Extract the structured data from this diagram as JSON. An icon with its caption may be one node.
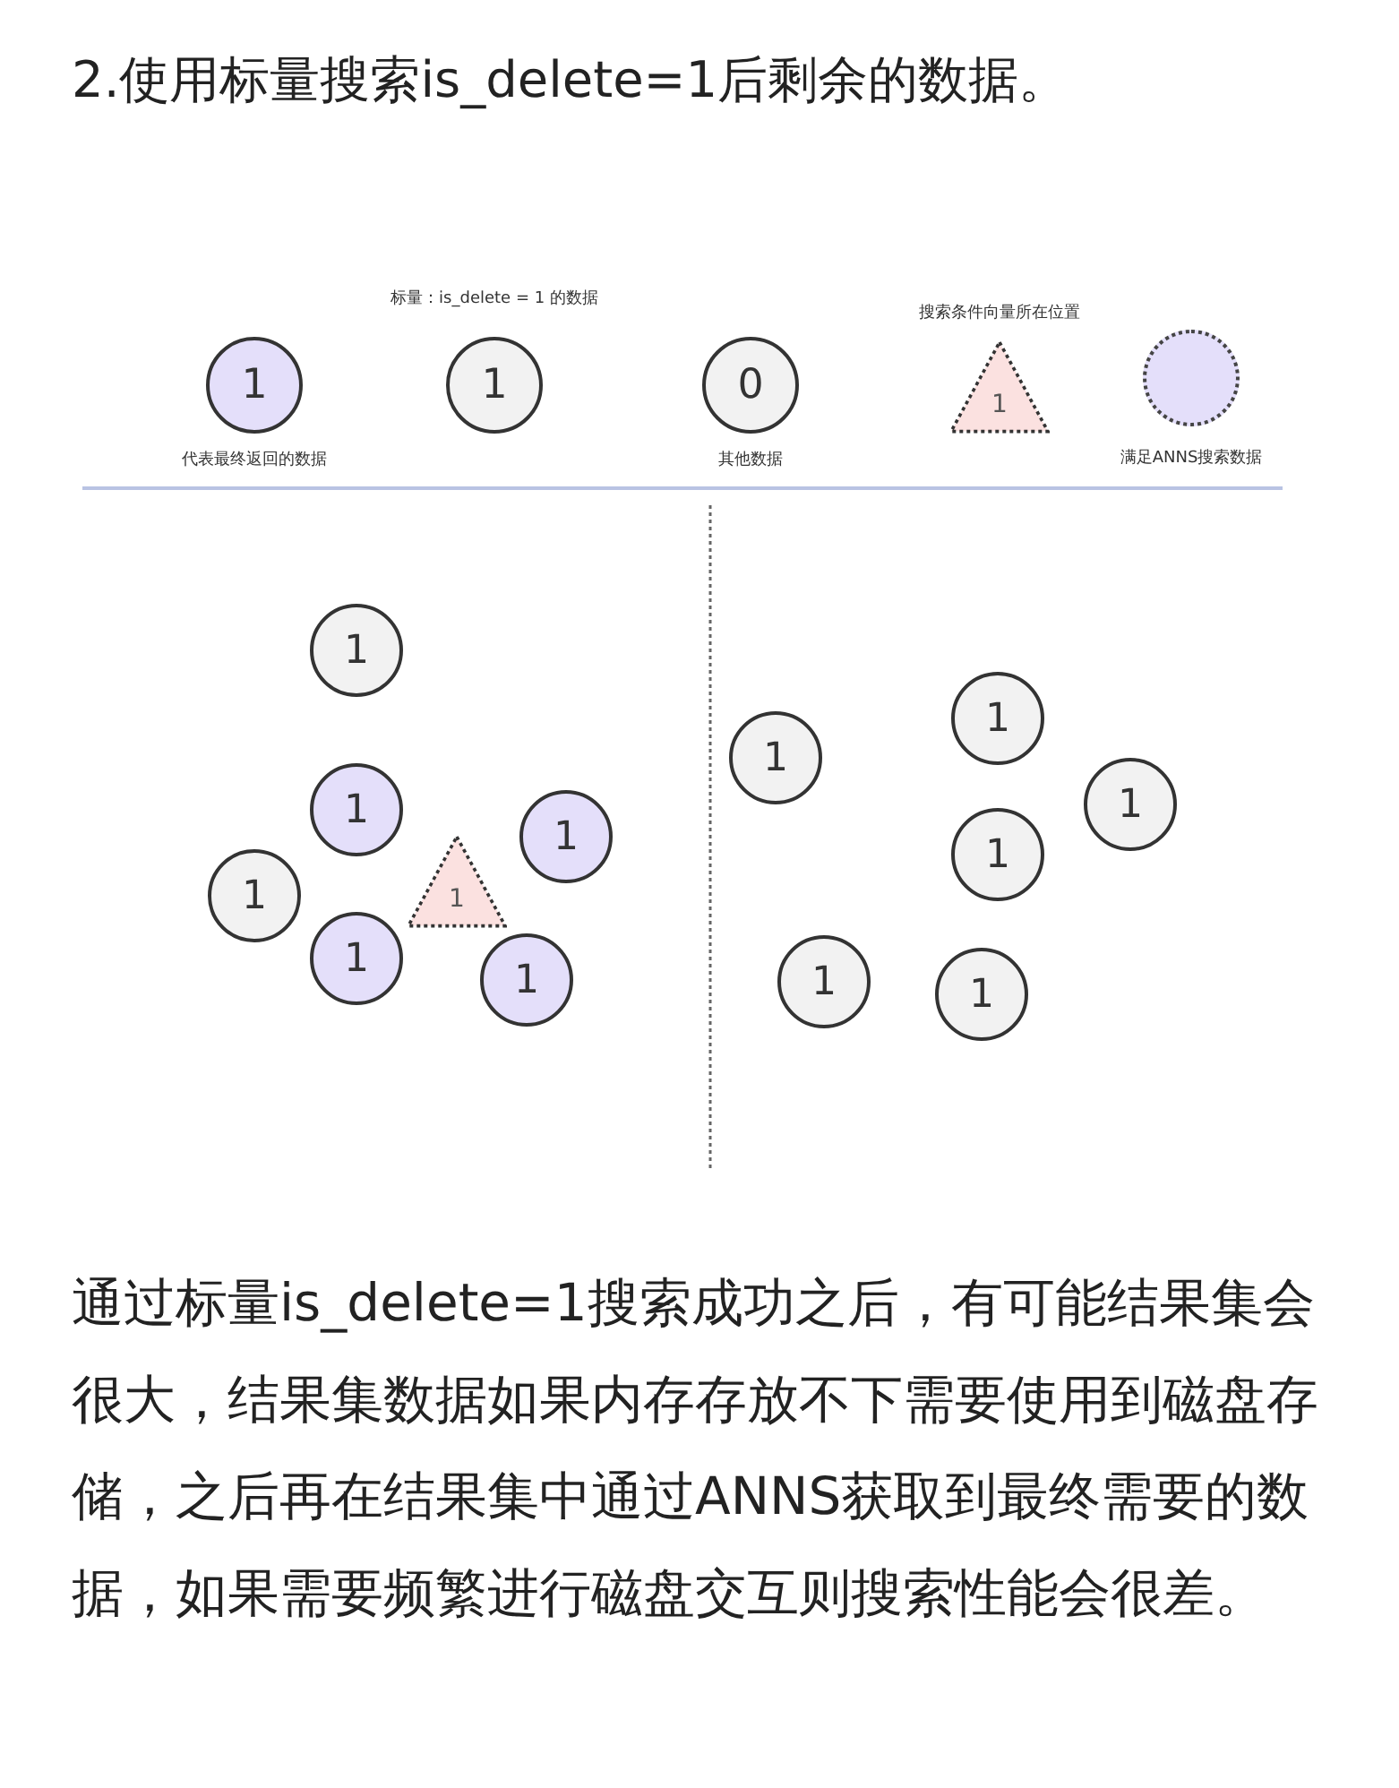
{
  "diagram": {
    "title": "2.使用标量搜索is_delete=1后剩余的数据。",
    "caption": "通过标量is_delete=1搜索成功之后，有可能结果集会很大，结果集数据如果内存存放不下需要使用到磁盘存储，之后再在结果集中通过ANNS获取到最终需要的数据，如果需要频繁进行磁盘交互则搜索性能会很差。",
    "nodes": [
      {
        "text": [
          "1"
        ],
        "beside": [
          "代表最终返回的数据"
        ]
      },
      {
        "text": [
          "1"
        ],
        "beside": [
          "标量：is_delete = 1 的数据"
        ]
      },
      {
        "text": [
          "0"
        ],
        "beside": [
          "其他数据"
        ]
      },
      {
        "text": [
          "1"
        ],
        "beside": [
          "搜索条件向量所在位置"
        ]
      },
      {
        "text": [],
        "shape": "circle",
        "beside": [
          "满足ANNS搜索数据"
        ]
      },
      {
        "text": [
          "1"
        ]
      },
      {
        "text": [
          "1"
        ]
      },
      {
        "text": [
          "1"
        ]
      },
      {
        "text": [
          "1"
        ]
      },
      {
        "text": [
          "1"
        ]
      },
      {
        "text": [
          "1"
        ]
      },
      {
        "text": [
          "1"
        ]
      },
      {
        "text": [
          "1"
        ]
      },
      {
        "text": [
          "1"
        ]
      },
      {
        "text": [
          "1"
        ]
      },
      {
        "text": [
          "1"
        ]
      },
      {
        "text": [
          "1"
        ]
      },
      {
        "text": [
          "1"
        ]
      }
    ]
  }
}
